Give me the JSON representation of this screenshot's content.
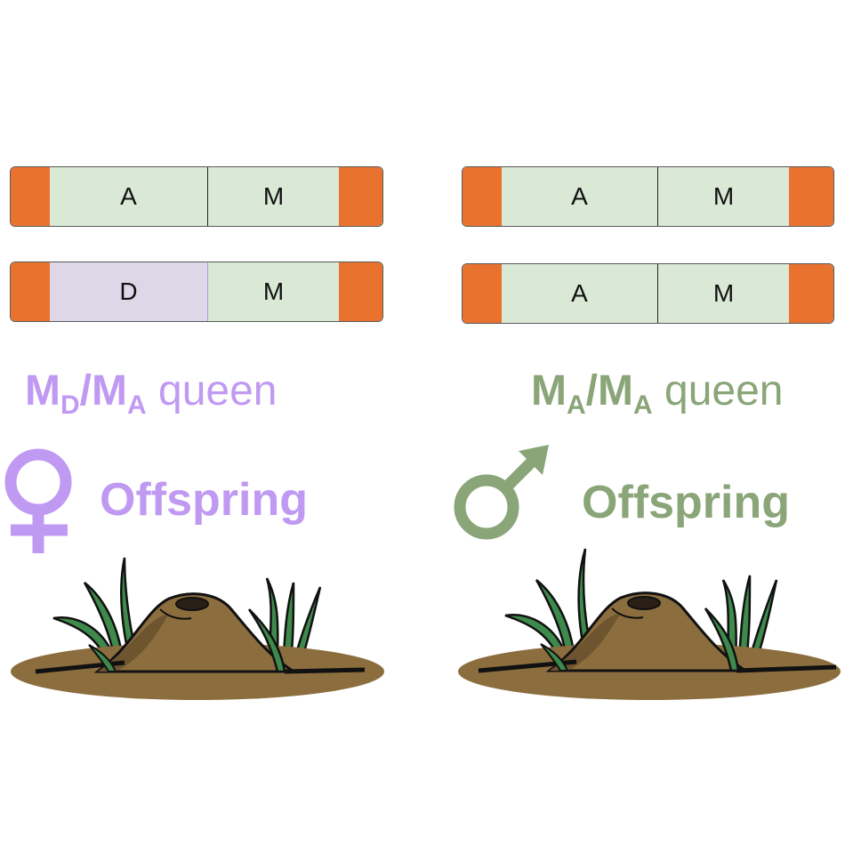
{
  "colors": {
    "cap": "#E8722E",
    "allele_a": "#DAE8D6",
    "allele_d": "#DED7E8",
    "female": "#C09AF2",
    "male": "#8AA578",
    "soil": "#8C6E3E",
    "grass": "#3E8A4C"
  },
  "left": {
    "chromosomes": [
      {
        "first": {
          "text": "A",
          "color": "#DAE8D6"
        },
        "second": {
          "text": "M"
        }
      },
      {
        "first": {
          "text": "D",
          "color": "#DED7E8"
        },
        "second": {
          "text": "M"
        }
      }
    ],
    "genotype": {
      "g1": "M",
      "sub1": "D",
      "slash": "/",
      "g2": "M",
      "sub2": "A",
      "word": "queen"
    },
    "sex_symbol": "female-symbol-icon",
    "offspring": "Offspring"
  },
  "right": {
    "chromosomes": [
      {
        "first": {
          "text": "A",
          "color": "#DAE8D6"
        },
        "second": {
          "text": "M"
        }
      },
      {
        "first": {
          "text": "A",
          "color": "#DAE8D6"
        },
        "second": {
          "text": "M"
        }
      }
    ],
    "genotype": {
      "g1": "M",
      "sub1": "A",
      "slash": "/",
      "g2": "M",
      "sub2": "A",
      "word": "queen"
    },
    "sex_symbol": "male-symbol-icon",
    "offspring": "Offspring"
  }
}
